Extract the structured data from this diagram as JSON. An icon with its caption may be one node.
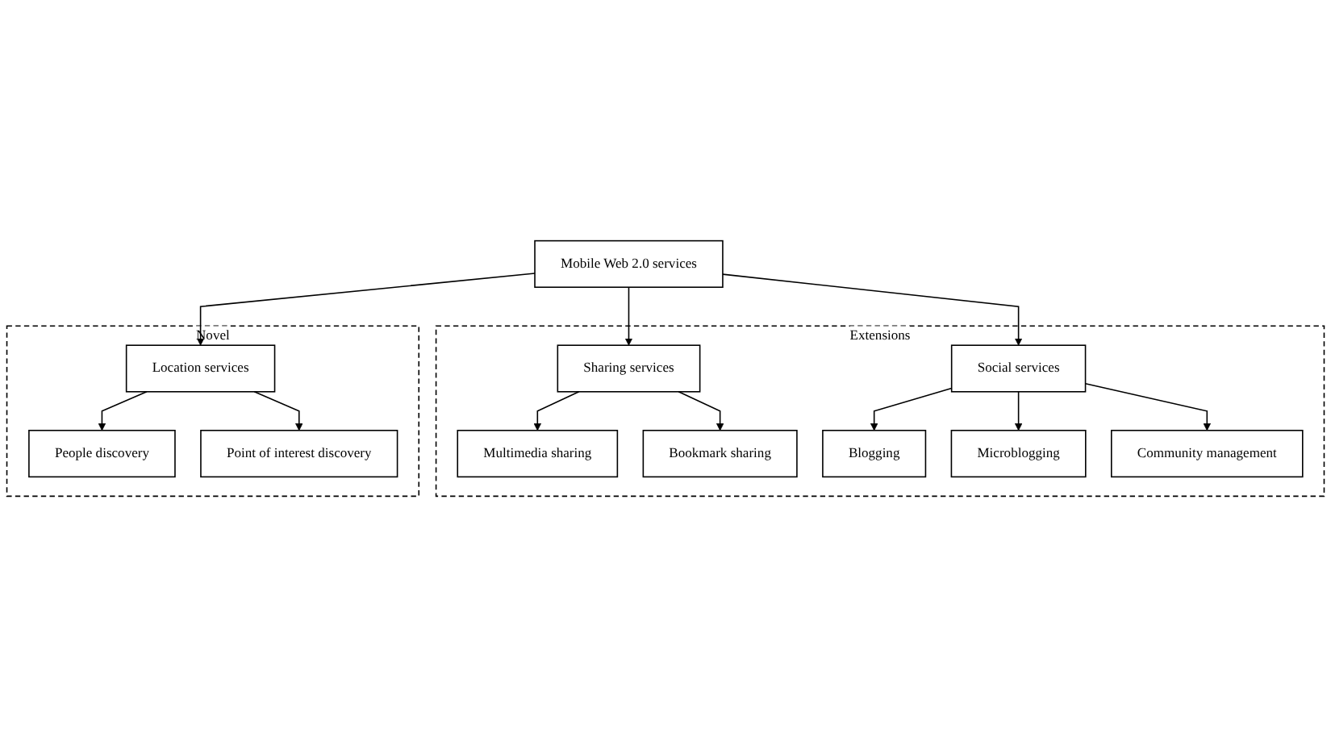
{
  "diagram": {
    "nodes": [
      {
        "text": [
          "Mobile Web 2.0 services"
        ]
      },
      {
        "text": [
          "Extensions"
        ]
      },
      {
        "text": [
          "Novel"
        ]
      },
      {
        "text": [
          "Sharing services"
        ],
        "in": 1
      },
      {
        "text": [
          "Social services"
        ],
        "in": 1
      },
      {
        "text": [
          "Location services"
        ],
        "in": 2
      },
      {
        "text": [
          "Multimedia sharing"
        ],
        "in": 1
      },
      {
        "text": [
          "Bookmark sharing"
        ],
        "in": 1
      },
      {
        "text": [
          "Blogging"
        ],
        "in": 1
      },
      {
        "text": [
          "Microblogging"
        ],
        "in": 1
      },
      {
        "text": [
          "Community management"
        ],
        "in": 1
      },
      {
        "text": [
          "People discovery"
        ],
        "in": 2
      },
      {
        "text": [
          "Point of interest discovery"
        ],
        "in": 2
      }
    ],
    "edges": [
      {
        "from": 0,
        "to": 3,
        "arrow": "to"
      },
      {
        "from": 0,
        "to": 4,
        "arrow": "to"
      },
      {
        "from": 0,
        "to": 5,
        "arrow": "to"
      },
      {
        "from": 3,
        "to": 6,
        "arrow": "to"
      },
      {
        "from": 3,
        "to": 7,
        "arrow": "to"
      },
      {
        "from": 4,
        "to": 8,
        "arrow": "to"
      },
      {
        "from": 4,
        "to": 9,
        "arrow": "to"
      },
      {
        "from": 4,
        "to": 10,
        "arrow": "to"
      },
      {
        "from": 5,
        "to": 11,
        "arrow": "to"
      },
      {
        "from": 5,
        "to": 12,
        "arrow": "to"
      }
    ]
  }
}
